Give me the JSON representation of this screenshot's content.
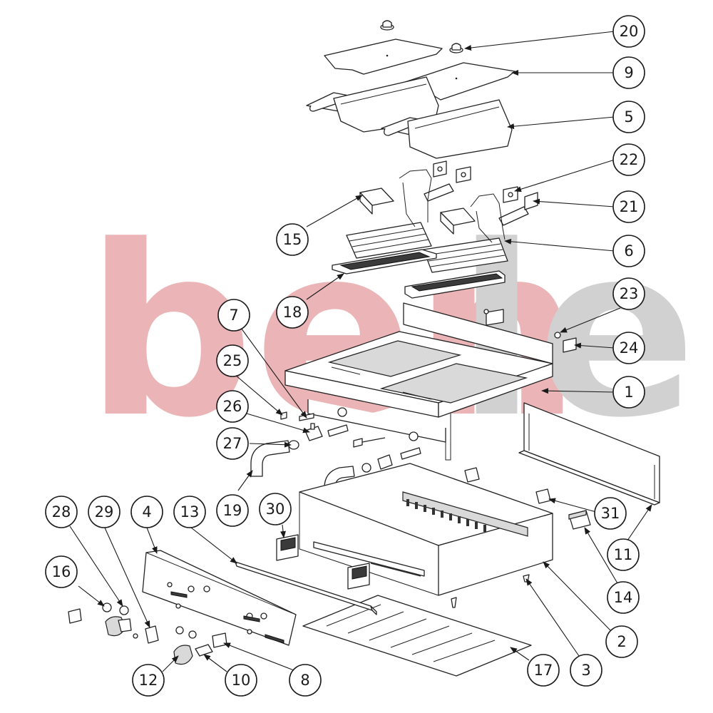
{
  "watermark": {
    "text_a": "ben",
    "text_b": "ler",
    "color_a": "#e8a8ab",
    "color_b": "#c9c9c9"
  },
  "colors": {
    "line": "#1a1a1a",
    "arrow": "#1a1a1a",
    "background": "#ffffff"
  },
  "callouts": [
    {
      "label": "1"
    },
    {
      "label": "2"
    },
    {
      "label": "3"
    },
    {
      "label": "4"
    },
    {
      "label": "5"
    },
    {
      "label": "6"
    },
    {
      "label": "7"
    },
    {
      "label": "8"
    },
    {
      "label": "9"
    },
    {
      "label": "10"
    },
    {
      "label": "11"
    },
    {
      "label": "12"
    },
    {
      "label": "13"
    },
    {
      "label": "14"
    },
    {
      "label": "15"
    },
    {
      "label": "16"
    },
    {
      "label": "17"
    },
    {
      "label": "18"
    },
    {
      "label": "19"
    },
    {
      "label": "20"
    },
    {
      "label": "21"
    },
    {
      "label": "22"
    },
    {
      "label": "23"
    },
    {
      "label": "24"
    },
    {
      "label": "25"
    },
    {
      "label": "26"
    },
    {
      "label": "27"
    },
    {
      "label": "28"
    },
    {
      "label": "29"
    },
    {
      "label": "30"
    },
    {
      "label": "31"
    }
  ]
}
